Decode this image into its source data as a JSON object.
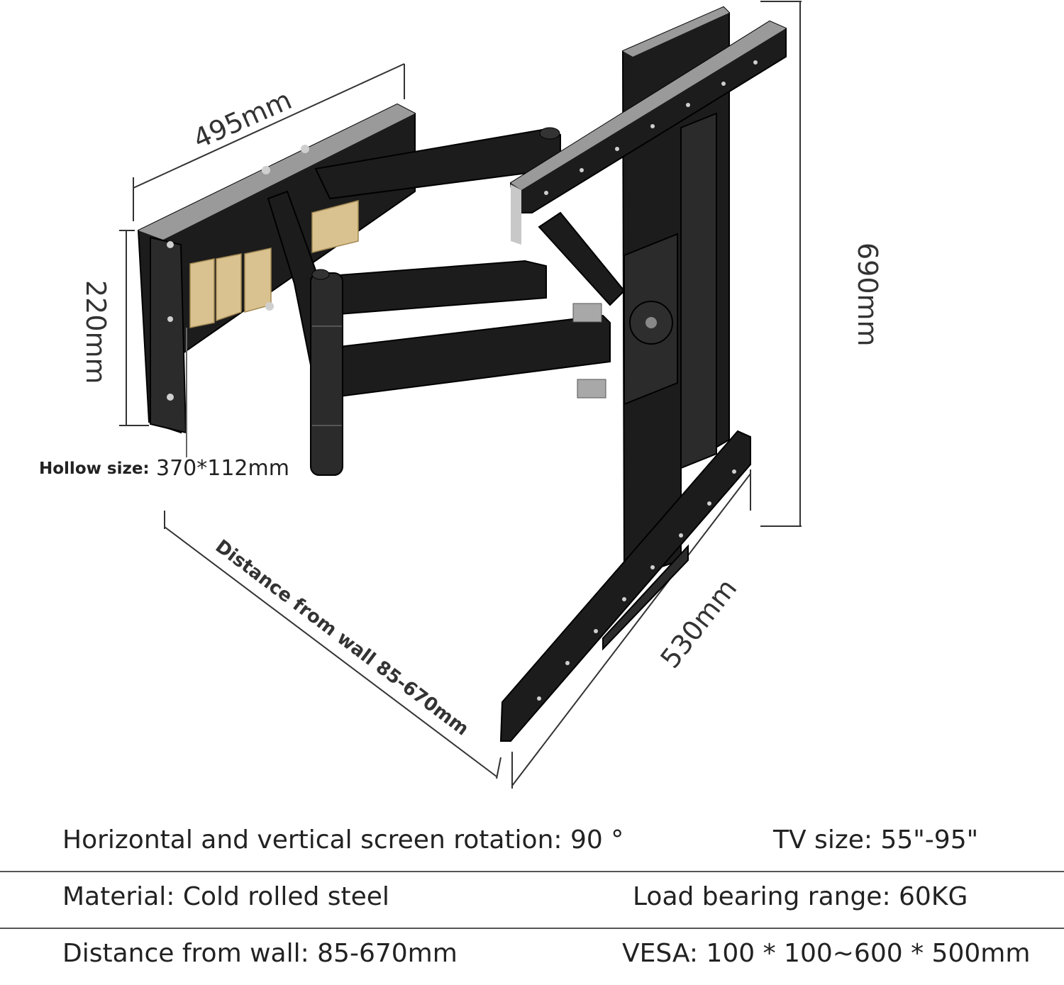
{
  "dimensions": {
    "width_top": "495mm",
    "height_wall_plate": "220mm",
    "height_total": "690mm",
    "width_tv_plate": "530mm",
    "hollow_label": "Hollow size:",
    "hollow_value": "370*112mm",
    "distance_label": "Distance from wall 85-670mm"
  },
  "specs": {
    "rotation": "Horizontal and vertical screen rotation: 90 °",
    "tv_size": "TV size: 55\"-95\"",
    "material": "Material: Cold rolled steel",
    "load": "Load bearing range: 60KG",
    "distance": "Distance from wall: 85-670mm",
    "vesa": "VESA: 100 * 100~600 * 500mm"
  }
}
